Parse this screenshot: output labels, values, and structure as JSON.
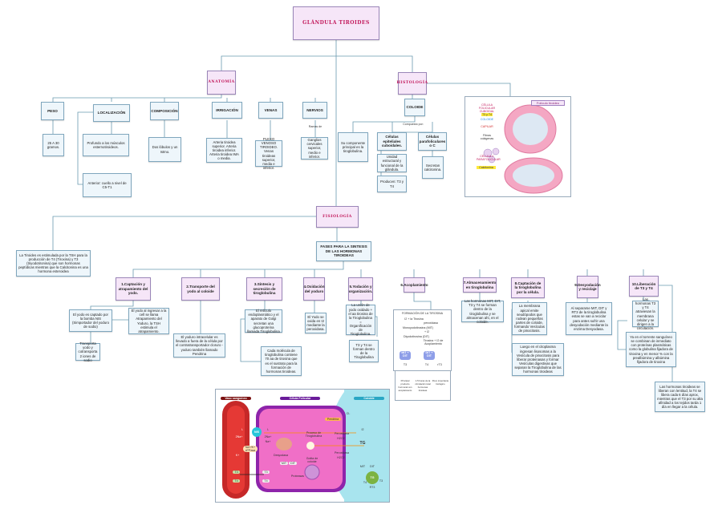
{
  "title": "GLÁNDULA TIROIDES",
  "anatomia": {
    "label": "ANATOMÍA",
    "items": [
      {
        "label": "PESO",
        "detail": "25 A 30 gramos."
      },
      {
        "label": "LOCALIZACIÓN",
        "detail": "Profundo a los músculos esternotiroideos.",
        "detail2": "Anterior: cuello a nivel de C5-T1"
      },
      {
        "label": "COMPOSICIÓN",
        "detail": "Dos lóbulos y un Istmo."
      },
      {
        "label": "IRRIGACIÓN",
        "detail": "Arteria tiroidea superior. Arteria tiroidea inferior. Arteria tiroidea IMA o media."
      },
      {
        "label": "VENAS",
        "detail": "PLEXO VENOSO TIROIDEO. Venas tiroideas superior, media e inferior."
      },
      {
        "label": "NERVIOS",
        "connector": "Ramas de",
        "detail": "Ganglios cervicales superior, medio e inferior."
      }
    ]
  },
  "histologia": {
    "label": "HISTOLOGÍA",
    "coloide": "COLOIDE",
    "compuesto": "Compuesto por:",
    "componente": "Su componente principal es la tiroglobulina.",
    "epiteliales": "Células epiteliales cuboidales.",
    "unidad": "Unidad estructural y funcional de la glándula.",
    "producen": "Producen: T3 y T4",
    "parafoliculares": "Células parafoliculares o C",
    "secretan": "Secretan calcitonina.",
    "image": {
      "title": "Folículo tiroideo",
      "labels": [
        "CÉLULA FOLICULAR CUBOIDAL",
        "T3 y T4",
        "COLOIDE",
        "CAPILAR",
        "Fibras colágenas",
        "CÉLULA C PARAFOLICULAR",
        "Calcitonina"
      ]
    }
  },
  "fisiologia": {
    "label": "FISIOLOGÍA",
    "intro": "La Tiroides es estimulada por la TSH para la producción de T4 (Tiroxina) y T3 (triyodotironina) que son hormonas peptídicas mientras que la Calcitonina es una hormona esteroidea",
    "fases": "FASES PARA LA SINTESIS DE LAS HORMONAS TIROIDEAS",
    "steps": [
      {
        "label": "1.Captación y atrapamiento del yodo.",
        "a": "El yodo es captado por la bomba NIS (Simportador del yoduro de sodio)",
        "b": "El yodo al ingresar a la cell se llama Atrapamiento del Yoduro, la TSH estimula el atrapamiento.",
        "c": "Transporta yodo y cotransporta 2 iones de sodio"
      },
      {
        "label": "2.Transporte del yodo al coloide",
        "a": "El yoduro intracelular es llevado a fuera de la célula por el contratransportador cloruro - yoduro también llamado Pendrina"
      },
      {
        "label": "3.Síntesis y secreción de tiroglobulina",
        "a": "El retículo endoplasmático y el aparato de Golgi secretan una glucoproteína llamada Tiroglobulina",
        "b": "Cada molécula de tiroglobulina contiene 70 aa de tirosina que es el sustrato para la formación de hormonas tiroideas."
      },
      {
        "label": "4.Oxidación del yoduro",
        "a": "El Yodo se oxida en I2 mediante la peroxidasa."
      },
      {
        "label": "5.Yodación y organización.",
        "a": "La unión de yodo oxidado + el aa tirosina de la Tiroglobulina = Organificación de Tiroglobulina.",
        "b": "T3 y T4 se forman dentro de la Tiroglobulina"
      },
      {
        "label": "6.Acoplamiento",
        "diagram": {
          "title": "FORMACIÓN DE LA TIROSINA",
          "s1": "I2 + la Tirosina",
          "s2": "peroxidasa",
          "s3": "Monoyodotirosina (MIT)",
          "s4": "+ I2",
          "s5": "Diyodotirosina (DIT)",
          "s6": "Tirosina + I2 de Acoplamiento",
          "n1": "MIT + DIT",
          "n2": "DIT + DIT",
          "o1": "T3",
          "o2": "T4",
          "o3": "rT3",
          "r1": "Principal producto hormonal con acoplamiento",
          "r2": "1.5 horas de la circulación total hormonas tiroideas",
          "r3": "Poco importante biológico"
        }
      },
      {
        "label": "7.Almacenamiento en tiroglobulina",
        "a": "Las hormonas MIT, DIT, T3 y T4 se forman dentro de la tiroglobulina y se almacenan ahí, en el coloide."
      },
      {
        "label": "8.Captación de la tiroglobulina por la célula.",
        "a": "La membrana apical emite seudópodos que rodean pequeñas partes de coloide, formando Vesículas de pinocitosis.",
        "b": "Luego en el citoplasma ingresan lisosomas a la Vesícula de pinocitosis para liberar proteinasas y formar Vesículas digestivas que separan la Tiroglobulina de las hormonas tiroideas"
      },
      {
        "label": "9.Desyodación y reciclaje",
        "a": "Al separarse MIT, DIT y RT3 de la tiroglobulina estas se van a reciclar para antes sufrir una desyodación mediante la enzima Desyodasa."
      },
      {
        "label": "10.Liberación de T3 y T4",
        "a": "Las hormonas T3 y T4 atraviesan la membrana celular y se dirigen a la circulación.",
        "b": "Ya en el torrente sanguíneo se combinan de inmediato con proteínas plasmáticas como la globulina fijadora de tiroxina y en menor % con la prealbúmina y albúmina fijadora de tiroxina",
        "c": "Las hormonas tiroideas se liberan con lentitud, la T4 se libera cada 6 días aprox, mientras que el T3 por su alta afinidad a los tejidos tarda 1 día en llegar a la célula."
      }
    ],
    "figure": {
      "vaso": "Vaso sanguíneo",
      "celula": "Célula Folicular",
      "coloide": "Coloide",
      "nis": "NIS",
      "i": "I-",
      "na2": "2Na+",
      "k": "K+",
      "nak": "Na+/K+ ATPasa",
      "naplus": "Na+",
      "cl": "Cl-",
      "pendrina": "Pendrina",
      "i2": "I2",
      "per1": "Peroxidasa",
      "h2o2": "H2O2",
      "tg": "TG",
      "proc": "Proceso de Tiroglobulina",
      "desy": "Desyodasa",
      "mit": "MIT",
      "dit": "DIT",
      "gota": "Gotita de coloide",
      "prot": "Proteasas",
      "t3": "T3",
      "t4": "T4",
      "rt3": "RT3"
    }
  },
  "colors": {
    "box": "#eef6fb",
    "border": "#7fa6bd",
    "pink": "#f6e6f8",
    "title_text": "#c2185b",
    "line": "#6a9ab0"
  }
}
